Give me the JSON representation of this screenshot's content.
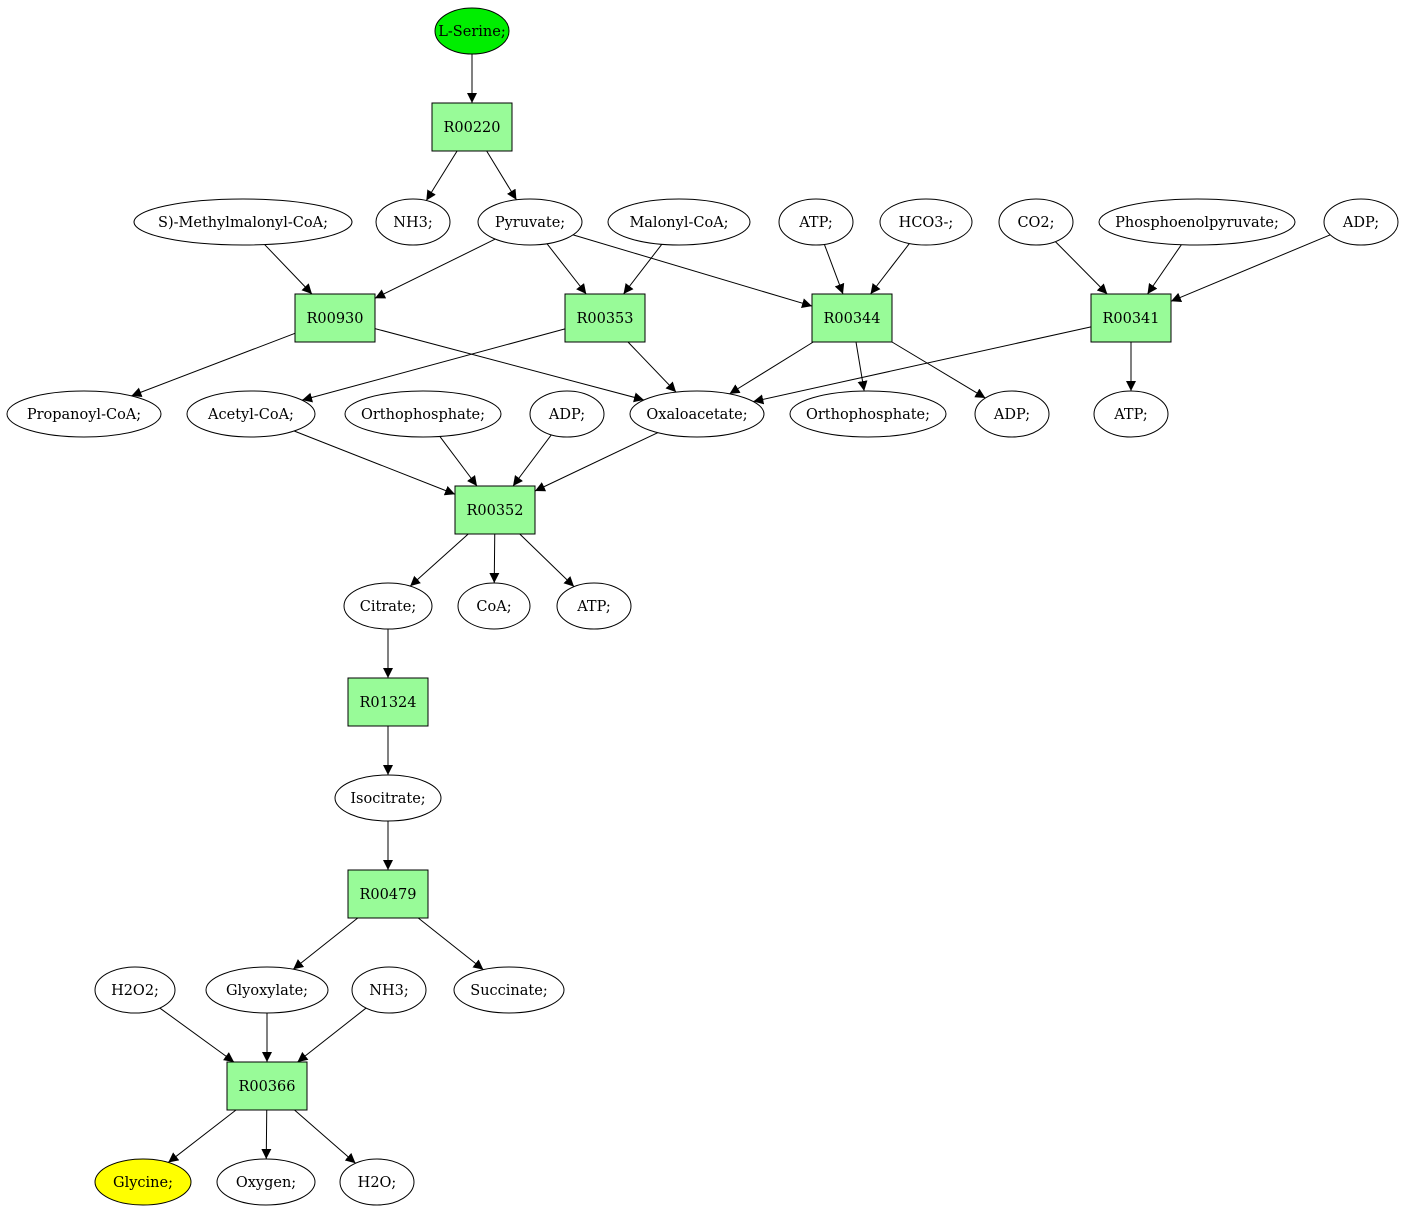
{
  "colors": {
    "start": "#00ee00",
    "target": "#ffff00",
    "reaction": "#98fb98",
    "compound": "#ffffff"
  },
  "nodes": {
    "serine": {
      "label": "L-Serine;",
      "kind": "compound",
      "role": "start"
    },
    "r00220": {
      "label": "R00220",
      "kind": "reaction"
    },
    "methylmalonyl": {
      "label": "S)-Methylmalonyl-CoA;",
      "kind": "compound"
    },
    "nh3_a": {
      "label": "NH3;",
      "kind": "compound"
    },
    "pyruvate": {
      "label": "Pyruvate;",
      "kind": "compound"
    },
    "malonyl": {
      "label": "Malonyl-CoA;",
      "kind": "compound"
    },
    "atp_a": {
      "label": "ATP;",
      "kind": "compound"
    },
    "hco3": {
      "label": "HCO3-;",
      "kind": "compound"
    },
    "co2": {
      "label": "CO2;",
      "kind": "compound"
    },
    "pep": {
      "label": "Phosphoenolpyruvate;",
      "kind": "compound"
    },
    "adp_a": {
      "label": "ADP;",
      "kind": "compound"
    },
    "r00930": {
      "label": "R00930",
      "kind": "reaction"
    },
    "r00353": {
      "label": "R00353",
      "kind": "reaction"
    },
    "r00344": {
      "label": "R00344",
      "kind": "reaction"
    },
    "r00341": {
      "label": "R00341",
      "kind": "reaction"
    },
    "propanoyl": {
      "label": "Propanoyl-CoA;",
      "kind": "compound"
    },
    "acetyl": {
      "label": "Acetyl-CoA;",
      "kind": "compound"
    },
    "ortho_a": {
      "label": "Orthophosphate;",
      "kind": "compound"
    },
    "adp_b": {
      "label": "ADP;",
      "kind": "compound"
    },
    "oxaloacetate": {
      "label": "Oxaloacetate;",
      "kind": "compound"
    },
    "ortho_b": {
      "label": "Orthophosphate;",
      "kind": "compound"
    },
    "adp_c": {
      "label": "ADP;",
      "kind": "compound"
    },
    "atp_b": {
      "label": "ATP;",
      "kind": "compound"
    },
    "r00352": {
      "label": "R00352",
      "kind": "reaction"
    },
    "citrate": {
      "label": "Citrate;",
      "kind": "compound"
    },
    "coa": {
      "label": "CoA;",
      "kind": "compound"
    },
    "atp_c": {
      "label": "ATP;",
      "kind": "compound"
    },
    "r01324": {
      "label": "R01324",
      "kind": "reaction"
    },
    "isocitrate": {
      "label": "Isocitrate;",
      "kind": "compound"
    },
    "r00479": {
      "label": "R00479",
      "kind": "reaction"
    },
    "h2o2": {
      "label": "H2O2;",
      "kind": "compound"
    },
    "glyoxylate": {
      "label": "Glyoxylate;",
      "kind": "compound"
    },
    "nh3_b": {
      "label": "NH3;",
      "kind": "compound"
    },
    "succinate": {
      "label": "Succinate;",
      "kind": "compound"
    },
    "r00366": {
      "label": "R00366",
      "kind": "reaction"
    },
    "glycine": {
      "label": "Glycine;",
      "kind": "compound",
      "role": "target"
    },
    "oxygen": {
      "label": "Oxygen;",
      "kind": "compound"
    },
    "h2o": {
      "label": "H2O;",
      "kind": "compound"
    }
  },
  "edges": [
    [
      "serine",
      "r00220"
    ],
    [
      "r00220",
      "nh3_a"
    ],
    [
      "r00220",
      "pyruvate"
    ],
    [
      "methylmalonyl",
      "r00930"
    ],
    [
      "pyruvate",
      "r00930"
    ],
    [
      "pyruvate",
      "r00353"
    ],
    [
      "malonyl",
      "r00353"
    ],
    [
      "pyruvate",
      "r00344"
    ],
    [
      "atp_a",
      "r00344"
    ],
    [
      "hco3",
      "r00344"
    ],
    [
      "co2",
      "r00341"
    ],
    [
      "pep",
      "r00341"
    ],
    [
      "adp_a",
      "r00341"
    ],
    [
      "r00930",
      "propanoyl"
    ],
    [
      "r00930",
      "oxaloacetate"
    ],
    [
      "r00353",
      "acetyl"
    ],
    [
      "r00353",
      "oxaloacetate"
    ],
    [
      "r00344",
      "oxaloacetate"
    ],
    [
      "r00344",
      "ortho_b"
    ],
    [
      "r00344",
      "adp_c"
    ],
    [
      "r00341",
      "oxaloacetate"
    ],
    [
      "r00341",
      "atp_b"
    ],
    [
      "acetyl",
      "r00352"
    ],
    [
      "ortho_a",
      "r00352"
    ],
    [
      "adp_b",
      "r00352"
    ],
    [
      "oxaloacetate",
      "r00352"
    ],
    [
      "r00352",
      "citrate"
    ],
    [
      "r00352",
      "coa"
    ],
    [
      "r00352",
      "atp_c"
    ],
    [
      "citrate",
      "r01324"
    ],
    [
      "r01324",
      "isocitrate"
    ],
    [
      "isocitrate",
      "r00479"
    ],
    [
      "r00479",
      "glyoxylate"
    ],
    [
      "r00479",
      "succinate"
    ],
    [
      "h2o2",
      "r00366"
    ],
    [
      "glyoxylate",
      "r00366"
    ],
    [
      "nh3_b",
      "r00366"
    ],
    [
      "r00366",
      "glycine"
    ],
    [
      "r00366",
      "oxygen"
    ],
    [
      "r00366",
      "h2o"
    ]
  ]
}
